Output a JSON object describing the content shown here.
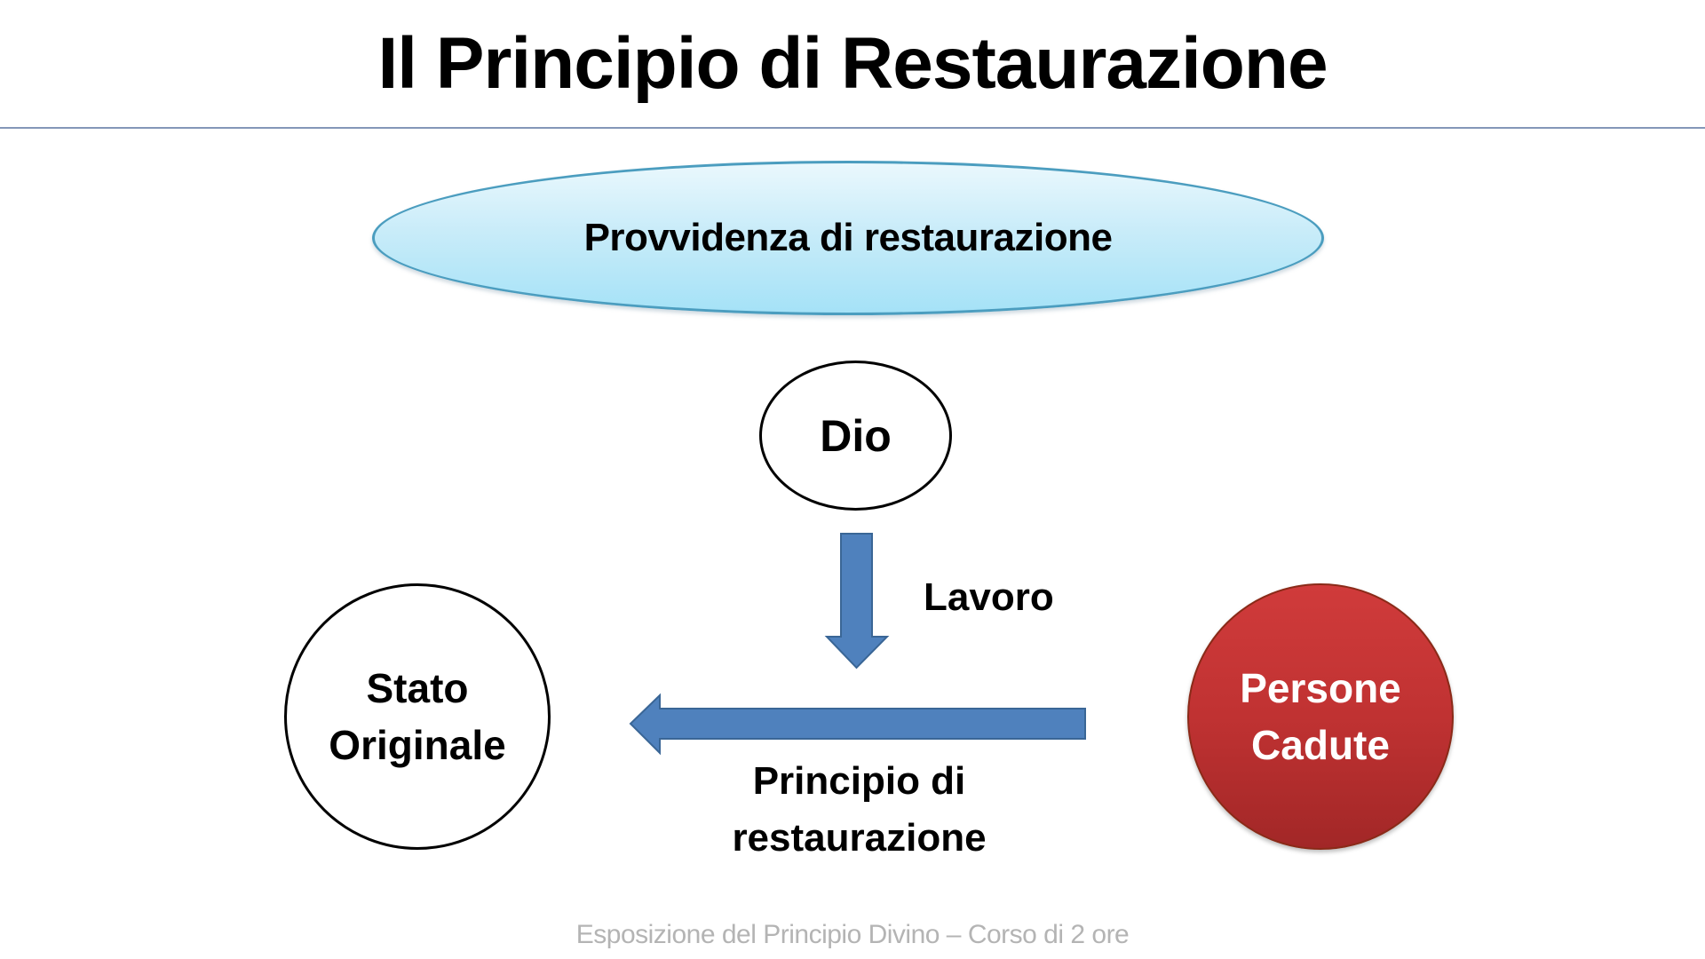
{
  "slide": {
    "title": "Il Principio di Restaurazione",
    "footer": "Esposizione del Principio Divino – Corso di 2 ore"
  },
  "diagram": {
    "top_ellipse": {
      "label": "Provvidenza di restaurazione",
      "colors": {
        "fill_top": "#eaf8fd",
        "fill_bottom": "#a5e2f7",
        "border": "#4b9dbf"
      }
    },
    "god_node": {
      "label": "Dio"
    },
    "work_arrow": {
      "label": "Lavoro",
      "direction": "down",
      "color": "#4f81bd"
    },
    "original_state_node": {
      "line1": "Stato",
      "line2": "Originale"
    },
    "fallen_people_node": {
      "line1": "Persone",
      "line2": "Cadute",
      "colors": {
        "fill": "#c03232",
        "text": "#ffffff"
      }
    },
    "restoration_arrow": {
      "line1": "Principio di",
      "line2": "restaurazione",
      "direction": "left",
      "color": "#4f81bd"
    }
  }
}
